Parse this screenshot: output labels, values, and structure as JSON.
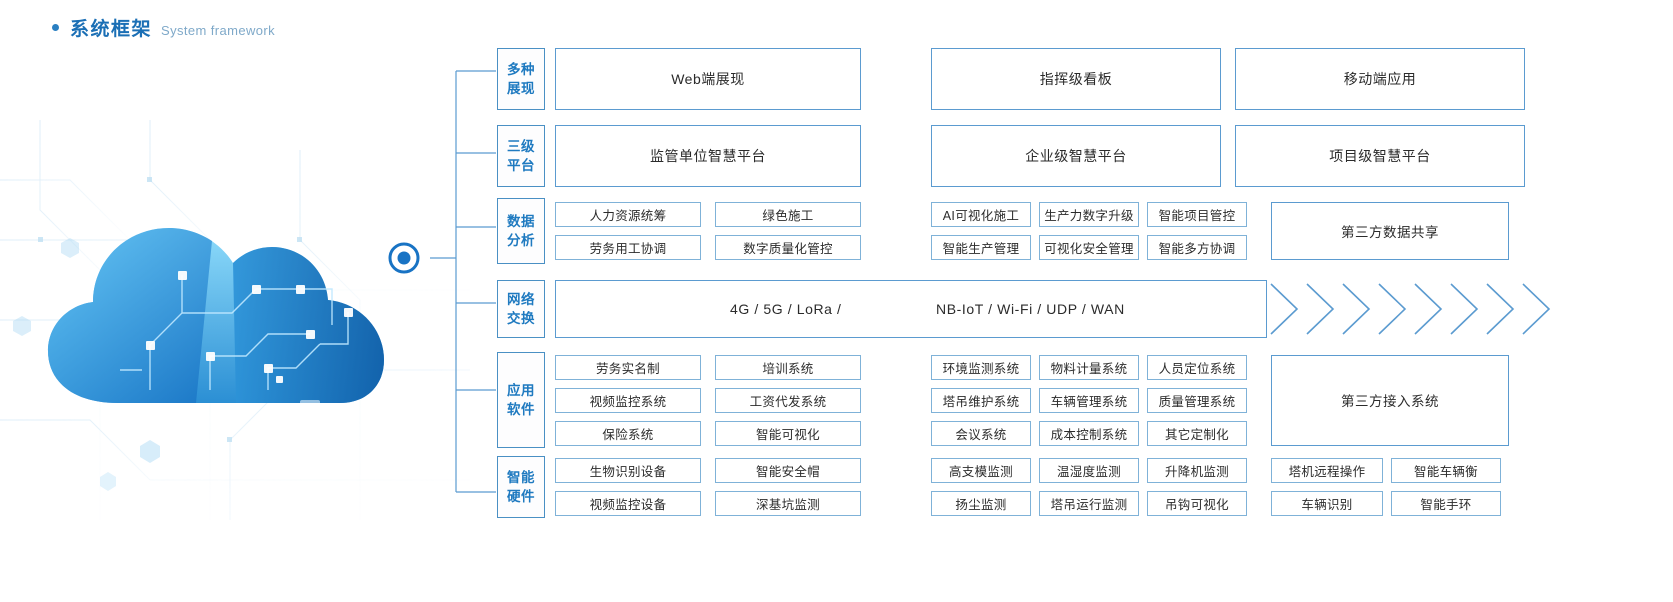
{
  "title": {
    "cn": "系统框架",
    "en": "System framework",
    "dot_color": "#2a7fc1",
    "cn_color": "#1b6fb5",
    "en_color": "#7fa9c9"
  },
  "theme": {
    "border_blue": "#5b9bd0",
    "label_blue": "#1f7ac0",
    "chip_border": "#7fb2d8",
    "text": "#2b2b2b"
  },
  "artwork": {
    "name": "cloud-illustration",
    "accent": "#1f86d8"
  },
  "rows": [
    {
      "key": "display",
      "label_lines": [
        "多种",
        "展现"
      ],
      "items": [
        "Web端展现",
        "指挥级看板",
        "移动端应用"
      ]
    },
    {
      "key": "platform",
      "label_lines": [
        "三级",
        "平台"
      ],
      "items": [
        "监管单位智慧平台",
        "企业级智慧平台",
        "项目级智慧平台"
      ]
    },
    {
      "key": "data-analysis",
      "label_lines": [
        "数据",
        "分析"
      ],
      "left_grid": [
        [
          "人力资源统筹",
          "绿色施工"
        ],
        [
          "劳务用工协调",
          "数字质量化管控"
        ]
      ],
      "right_grid": [
        [
          "AI可视化施工",
          "生产力数字升级",
          "智能项目管控"
        ],
        [
          "智能生产管理",
          "可视化安全管理",
          "智能多方协调"
        ]
      ],
      "side_box": "第三方数据共享"
    },
    {
      "key": "network",
      "label_lines": [
        "网络",
        "交换"
      ],
      "net_left": "4G / 5G / LoRa /",
      "net_right": "NB-IoT / Wi-Fi / UDP / WAN",
      "chevron_count": 8
    },
    {
      "key": "application-software",
      "label_lines": [
        "应用",
        "软件"
      ],
      "left_grid": [
        [
          "劳务实名制",
          "培训系统"
        ],
        [
          "视频监控系统",
          "工资代发系统"
        ],
        [
          "保险系统",
          "智能可视化"
        ]
      ],
      "right_grid": [
        [
          "环境监测系统",
          "物料计量系统",
          "人员定位系统"
        ],
        [
          "塔吊维护系统",
          "车辆管理系统",
          "质量管理系统"
        ],
        [
          "会议系统",
          "成本控制系统",
          "其它定制化"
        ]
      ],
      "side_box": "第三方接入系统"
    },
    {
      "key": "smart-hardware",
      "label_lines": [
        "智能",
        "硬件"
      ],
      "left_grid": [
        [
          "生物识别设备",
          "智能安全帽"
        ],
        [
          "视频监控设备",
          "深基坑监测"
        ]
      ],
      "right_grid": [
        [
          "高支模监测",
          "温湿度监测",
          "升降机监测"
        ],
        [
          "扬尘监测",
          "塔吊运行监测",
          "吊钩可视化"
        ]
      ],
      "tail_grid": [
        [
          "塔机远程操作",
          "智能车辆衡"
        ],
        [
          "车辆识别",
          "智能手环"
        ]
      ]
    }
  ]
}
